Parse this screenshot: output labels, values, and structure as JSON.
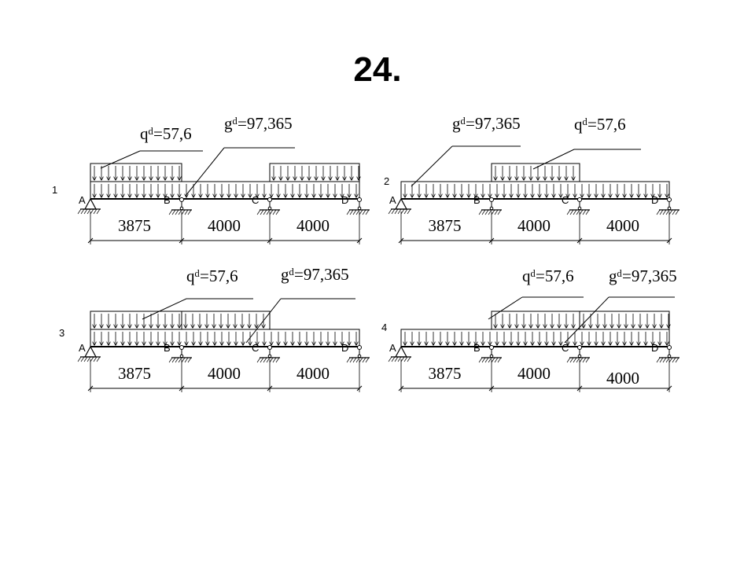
{
  "title": "24.",
  "load_q": "qᵈ=57,6",
  "load_g": "gᵈ=97,365",
  "spans": [
    "3875",
    "4000",
    "4000"
  ],
  "supports": [
    "A",
    "B",
    "C",
    "D"
  ],
  "diagrams": [
    {
      "number": "1",
      "q_on_spans": [
        0,
        2
      ]
    },
    {
      "number": "2",
      "q_on_spans": [
        1
      ]
    },
    {
      "number": "3",
      "q_on_spans": [
        0,
        1
      ]
    },
    {
      "number": "4",
      "q_on_spans": [
        1,
        2
      ]
    }
  ]
}
